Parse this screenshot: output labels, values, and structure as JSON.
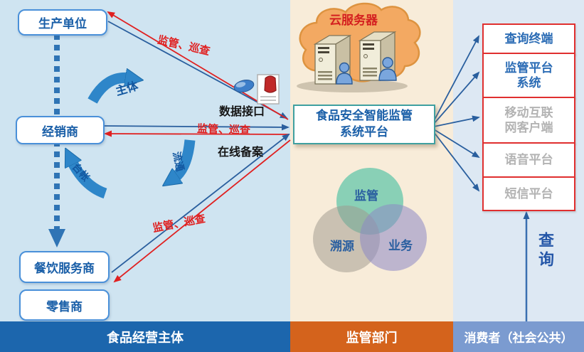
{
  "bars": {
    "left": {
      "label": "食品经营主体",
      "color": "#1c66ad"
    },
    "middle": {
      "label": "监管部门",
      "color": "#d4631c"
    },
    "right": {
      "label": "消费者（社会公共）",
      "color": "#7b9bd0"
    }
  },
  "entities": {
    "producer": {
      "label": "生产单位"
    },
    "distributor": {
      "label": "经销商"
    },
    "catering": {
      "label": "餐饮服务商"
    },
    "retailer": {
      "label": "零售商"
    }
  },
  "flow_labels": {
    "subject": "主体",
    "ledger": "台帐",
    "circulation": "流通"
  },
  "supervision_labels": {
    "top": "监管、巡查",
    "middle": "监管、巡查",
    "bottom": "监管、巡查"
  },
  "interface_labels": {
    "data_interface": "数据接口",
    "online_filing": "在线备案"
  },
  "cloud": {
    "label": "云服务器",
    "fill": "#f3a962",
    "text_color": "#d42020"
  },
  "platform": {
    "label": "食品安全智能监管\n系统平台",
    "border_color": "#3fa0a0",
    "text_color": "#1a5fa8"
  },
  "venn": {
    "top": {
      "label": "监管",
      "color": "#46bea0"
    },
    "left": {
      "label": "溯源",
      "color": "#a09a8e"
    },
    "right": {
      "label": "业务",
      "color": "#8d88c4"
    }
  },
  "terminals": [
    {
      "label": "查询终端",
      "text_color": "#2b6cb5"
    },
    {
      "label": "监管平台\n系统",
      "text_color": "#2b6cb5"
    },
    {
      "label": "移动互联\n网客户端",
      "text_color": "#b3b3b3"
    },
    {
      "label": "语音平台",
      "text_color": "#b3b3b3"
    },
    {
      "label": "短信平台",
      "text_color": "#b3b3b3"
    }
  ],
  "query_arrow": {
    "label": "查询"
  },
  "colors": {
    "red_line": "#e02020",
    "blue_line": "#2a5f9e",
    "arrow_fill": "#2e86c9"
  }
}
